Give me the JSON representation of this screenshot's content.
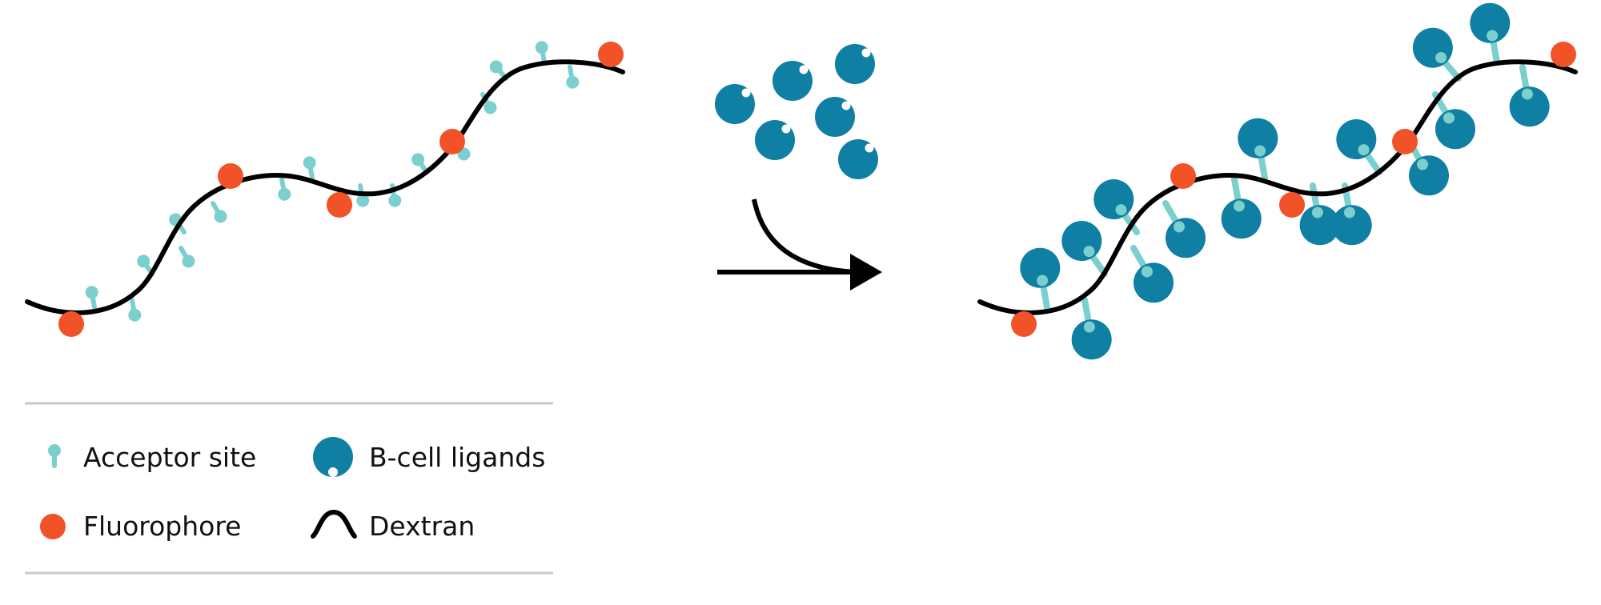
{
  "colors": {
    "background": "#ffffff",
    "dextran": "#000000",
    "acceptor_site": "#7ccfcf",
    "fluorophore": "#f15227",
    "b_cell_ligand": "#0f7fa3",
    "ligand_notch": "#ffffff",
    "legend_rule": "#c8c8c8"
  },
  "legend": {
    "acceptor_site": {
      "label": "Acceptor site",
      "icon": "acceptor-site-icon"
    },
    "b_cell_ligands": {
      "label": "B-cell ligands",
      "icon": "b-cell-ligand-icon"
    },
    "fluorophore": {
      "label": "Fluorophore",
      "icon": "fluorophore-icon"
    },
    "dextran": {
      "label": "Dextran",
      "icon": "dextran-icon"
    }
  },
  "diagram": {
    "left_panel": "unconjugated dextran with acceptor sites and fluorophores",
    "reagent": "free B-cell ligands",
    "arrow": "reaction-arrow-icon",
    "right_panel": "dextran with B-cell ligands bound to acceptor sites"
  }
}
